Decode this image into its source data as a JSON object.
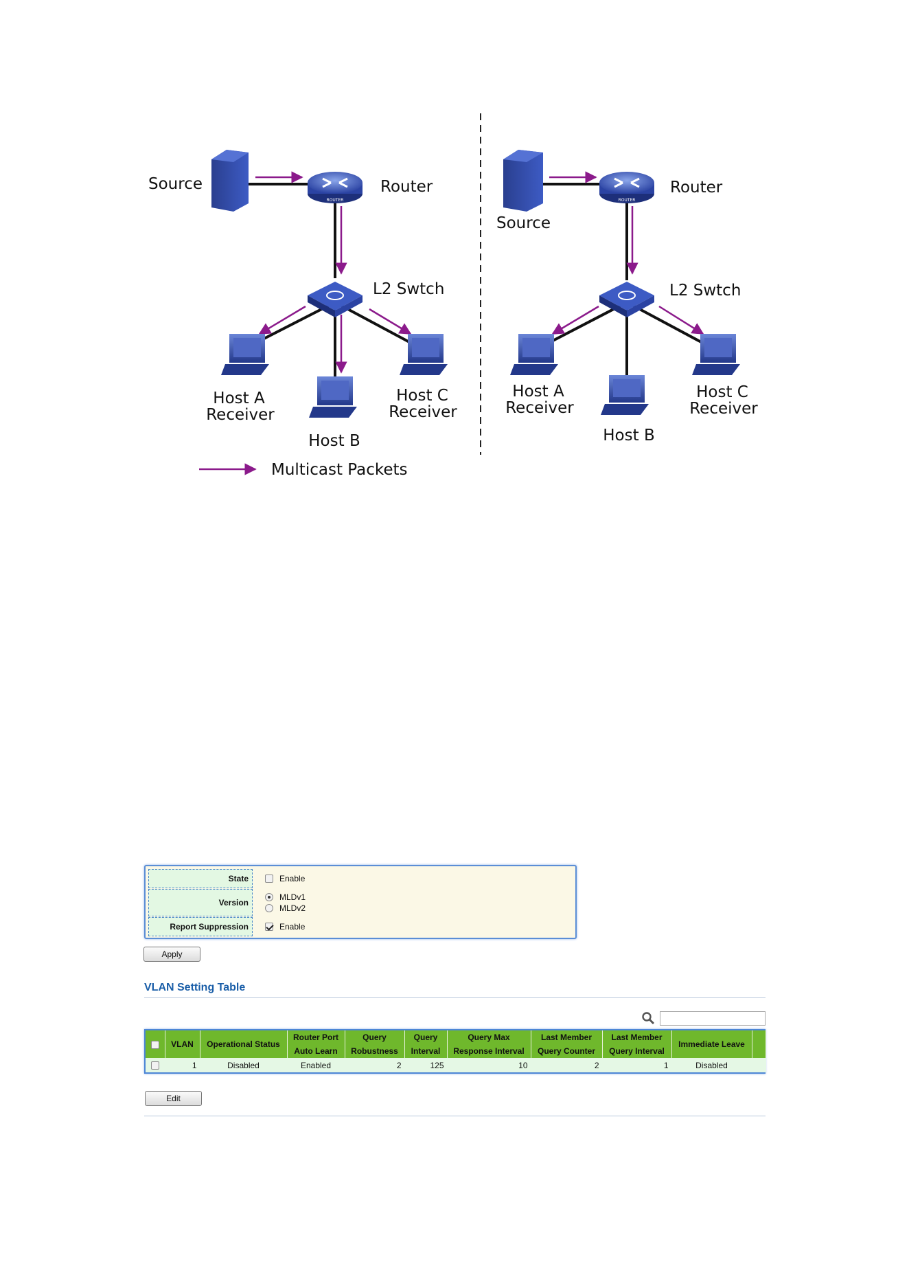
{
  "diagram": {
    "left": {
      "source": "Source",
      "router": "Router",
      "switch": "L2 Swtch",
      "host_a_line1": "Host A",
      "host_a_line2": "Receiver",
      "host_b": "Host B",
      "host_c_line1": "Host C",
      "host_c_line2": "Receiver"
    },
    "right": {
      "source": "Source",
      "router": "Router",
      "switch": "L2 Swtch",
      "host_a_line1": "Host A",
      "host_a_line2": "Receiver",
      "host_b": "Host B",
      "host_c_line1": "Host C",
      "host_c_line2": "Receiver"
    },
    "router_badge": "ROUTER",
    "legend": "Multicast Packets",
    "arrow_color": "#8b1a8b"
  },
  "settings": {
    "state_label": "State",
    "state_option": "Enable",
    "state_checked": false,
    "version_label": "Version",
    "version_options": [
      "MLDv1",
      "MLDv2"
    ],
    "version_selected": "MLDv1",
    "report_label": "Report Suppression",
    "report_option": "Enable",
    "report_checked": true,
    "apply_label": "Apply"
  },
  "vlan_section": {
    "title": "VLAN Setting Table",
    "search_placeholder": "",
    "columns": [
      {
        "line1": "VLAN",
        "line2": ""
      },
      {
        "line1": "Operational Status",
        "line2": ""
      },
      {
        "line1": "Router Port",
        "line2": "Auto Learn"
      },
      {
        "line1": "Query",
        "line2": "Robustness"
      },
      {
        "line1": "Query",
        "line2": "Interval"
      },
      {
        "line1": "Query Max",
        "line2": "Response Interval"
      },
      {
        "line1": "Last Member",
        "line2": "Query Counter"
      },
      {
        "line1": "Last Member",
        "line2": "Query Interval"
      },
      {
        "line1": "Immediate Leave",
        "line2": ""
      }
    ],
    "rows": [
      [
        "1",
        "Disabled",
        "Enabled",
        "2",
        "125",
        "10",
        "2",
        "1",
        "Disabled"
      ]
    ],
    "edit_label": "Edit",
    "header_color": "#6fb82c",
    "row_color": "#e5f8e5"
  }
}
